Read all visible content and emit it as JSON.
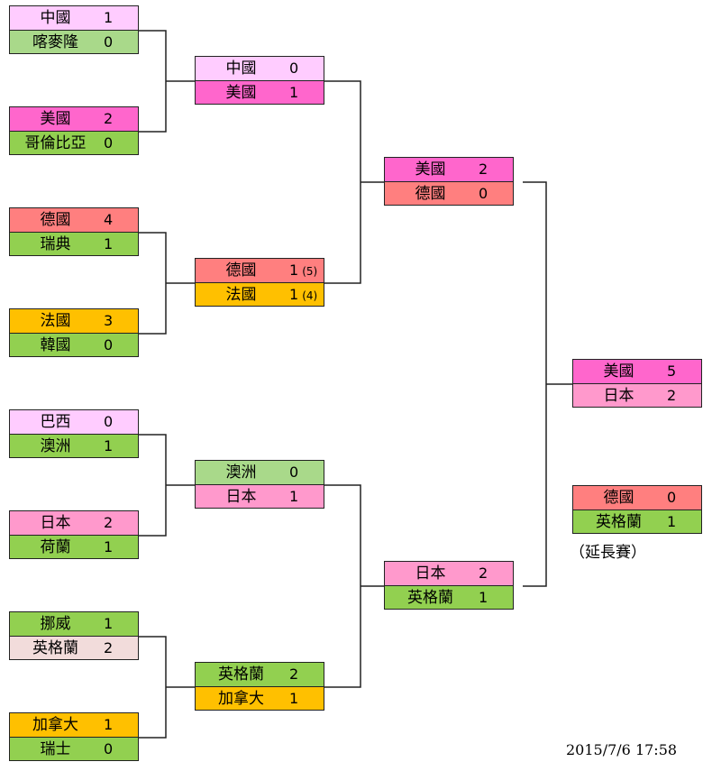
{
  "colors": {
    "china": "#ffccff",
    "usa": "#ff66cc",
    "germany": "#ff7f7f",
    "france": "#ffc000",
    "brazil": "#ffccff",
    "japan": "#ff99cc",
    "norway": "#92d050",
    "canada": "#ffc000",
    "cameroon": "#a9d98a",
    "colombia": "#92d050",
    "sweden": "#92d050",
    "korea": "#92d050",
    "australia": "#92d050",
    "australia_light": "#a9d98a",
    "netherlands": "#92d050",
    "england": "#92d050",
    "england_light": "#f2dcdb",
    "switzerland": "#92d050"
  },
  "matches": [
    {
      "id": "r16-1",
      "rows": [
        {
          "team": "中國",
          "score": "1",
          "color": "china"
        },
        {
          "team": "喀麥隆",
          "score": "0",
          "color": "cameroon"
        }
      ]
    },
    {
      "id": "r16-2",
      "rows": [
        {
          "team": "美國",
          "score": "2",
          "color": "usa"
        },
        {
          "team": "哥倫比亞",
          "score": "0",
          "color": "colombia"
        }
      ]
    },
    {
      "id": "r16-3",
      "rows": [
        {
          "team": "德國",
          "score": "4",
          "color": "germany"
        },
        {
          "team": "瑞典",
          "score": "1",
          "color": "sweden"
        }
      ]
    },
    {
      "id": "r16-4",
      "rows": [
        {
          "team": "法國",
          "score": "3",
          "color": "france"
        },
        {
          "team": "韓國",
          "score": "0",
          "color": "korea"
        }
      ]
    },
    {
      "id": "r16-5",
      "rows": [
        {
          "team": "巴西",
          "score": "0",
          "color": "brazil"
        },
        {
          "team": "澳洲",
          "score": "1",
          "color": "australia"
        }
      ]
    },
    {
      "id": "r16-6",
      "rows": [
        {
          "team": "日本",
          "score": "2",
          "color": "japan"
        },
        {
          "team": "荷蘭",
          "score": "1",
          "color": "netherlands"
        }
      ]
    },
    {
      "id": "r16-7",
      "rows": [
        {
          "team": "挪威",
          "score": "1",
          "color": "norway"
        },
        {
          "team": "英格蘭",
          "score": "2",
          "color": "england_light"
        }
      ]
    },
    {
      "id": "r16-8",
      "rows": [
        {
          "team": "加拿大",
          "score": "1",
          "color": "canada"
        },
        {
          "team": "瑞士",
          "score": "0",
          "color": "switzerland"
        }
      ]
    },
    {
      "id": "qf-1",
      "rows": [
        {
          "team": "中國",
          "score": "0",
          "color": "china"
        },
        {
          "team": "美國",
          "score": "1",
          "color": "usa"
        }
      ]
    },
    {
      "id": "qf-2",
      "rows": [
        {
          "team": "德國",
          "score": "1",
          "pk": "(5)",
          "color": "germany"
        },
        {
          "team": "法國",
          "score": "1",
          "pk": "(4)",
          "color": "france"
        }
      ]
    },
    {
      "id": "qf-3",
      "rows": [
        {
          "team": "澳洲",
          "score": "0",
          "color": "australia_light"
        },
        {
          "team": "日本",
          "score": "1",
          "color": "japan"
        }
      ]
    },
    {
      "id": "qf-4",
      "rows": [
        {
          "team": "英格蘭",
          "score": "2",
          "color": "england"
        },
        {
          "team": "加拿大",
          "score": "1",
          "color": "canada"
        }
      ]
    },
    {
      "id": "sf-1",
      "rows": [
        {
          "team": "美國",
          "score": "2",
          "color": "usa"
        },
        {
          "team": "德國",
          "score": "0",
          "color": "germany"
        }
      ]
    },
    {
      "id": "sf-2",
      "rows": [
        {
          "team": "日本",
          "score": "2",
          "color": "japan"
        },
        {
          "team": "英格蘭",
          "score": "1",
          "color": "england"
        }
      ]
    },
    {
      "id": "final",
      "rows": [
        {
          "team": "美國",
          "score": "5",
          "color": "usa"
        },
        {
          "team": "日本",
          "score": "2",
          "color": "japan"
        }
      ]
    },
    {
      "id": "third-place",
      "rows": [
        {
          "team": "德國",
          "score": "0",
          "color": "germany"
        },
        {
          "team": "英格蘭",
          "score": "1",
          "color": "england"
        }
      ]
    }
  ],
  "third_place_note": "（延長賽）",
  "timestamp": "2015/7/6 17:58"
}
